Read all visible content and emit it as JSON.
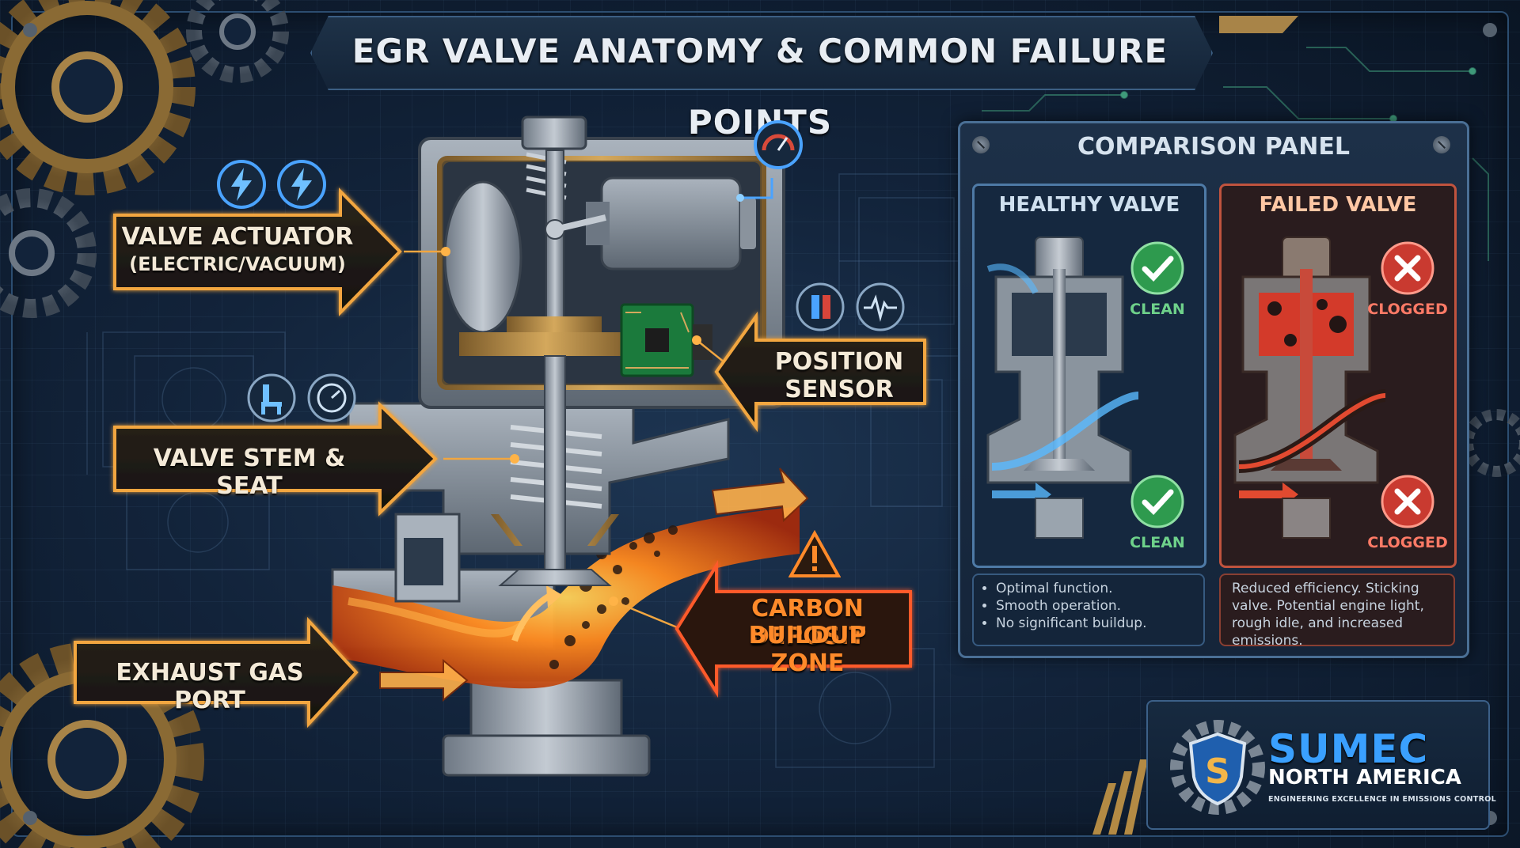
{
  "title": "EGR VALVE ANATOMY & COMMON FAILURE POINTS",
  "callouts": {
    "actuator": {
      "line1": "VALVE ACTUATOR",
      "line2": "(ELECTRIC/VACUUM)"
    },
    "position_sensor": {
      "line1": "POSITION",
      "line2": "SENSOR"
    },
    "stem_seat": {
      "line1": "VALVE STEM & SEAT"
    },
    "carbon": {
      "line1": "CARBON DEPOSIT",
      "line2": "BUILDUP ZONE"
    },
    "exhaust": {
      "line1": "EXHAUST GAS PORT"
    }
  },
  "comparison": {
    "title": "COMPARISON PANEL",
    "healthy": {
      "title": "HEALTHY VALVE",
      "status_top": "CLEAN",
      "status_bottom": "CLEAN",
      "points": [
        "Optimal function.",
        "Smooth operation.",
        "No significant buildup."
      ]
    },
    "failed": {
      "title": "FAILED VALVE",
      "status_top": "CLOGGED",
      "status_bottom": "CLOGGED",
      "description": "Reduced efficiency. Sticking valve. Potential engine light, rough idle, and increased emissions."
    }
  },
  "brand": {
    "name": "SUMEC",
    "region": "NORTH AMERICA",
    "tagline": "ENGINEERING EXCELLENCE IN EMISSIONS CONTROL"
  },
  "colors": {
    "callout_border": "#f2a640",
    "carbon_text": "#ff8a2a",
    "healthy_accent": "#3aa65a",
    "failed_accent": "#d8453a",
    "brand_blue": "#3aa0ff"
  },
  "icons": [
    "lightning-icon",
    "lightning-icon",
    "gauge-icon",
    "seat-icon",
    "pressure-gauge-icon",
    "battery-icon",
    "waveform-icon",
    "warning-icon",
    "checkmark-icon",
    "x-mark-icon",
    "gear-icon",
    "shield-icon"
  ]
}
